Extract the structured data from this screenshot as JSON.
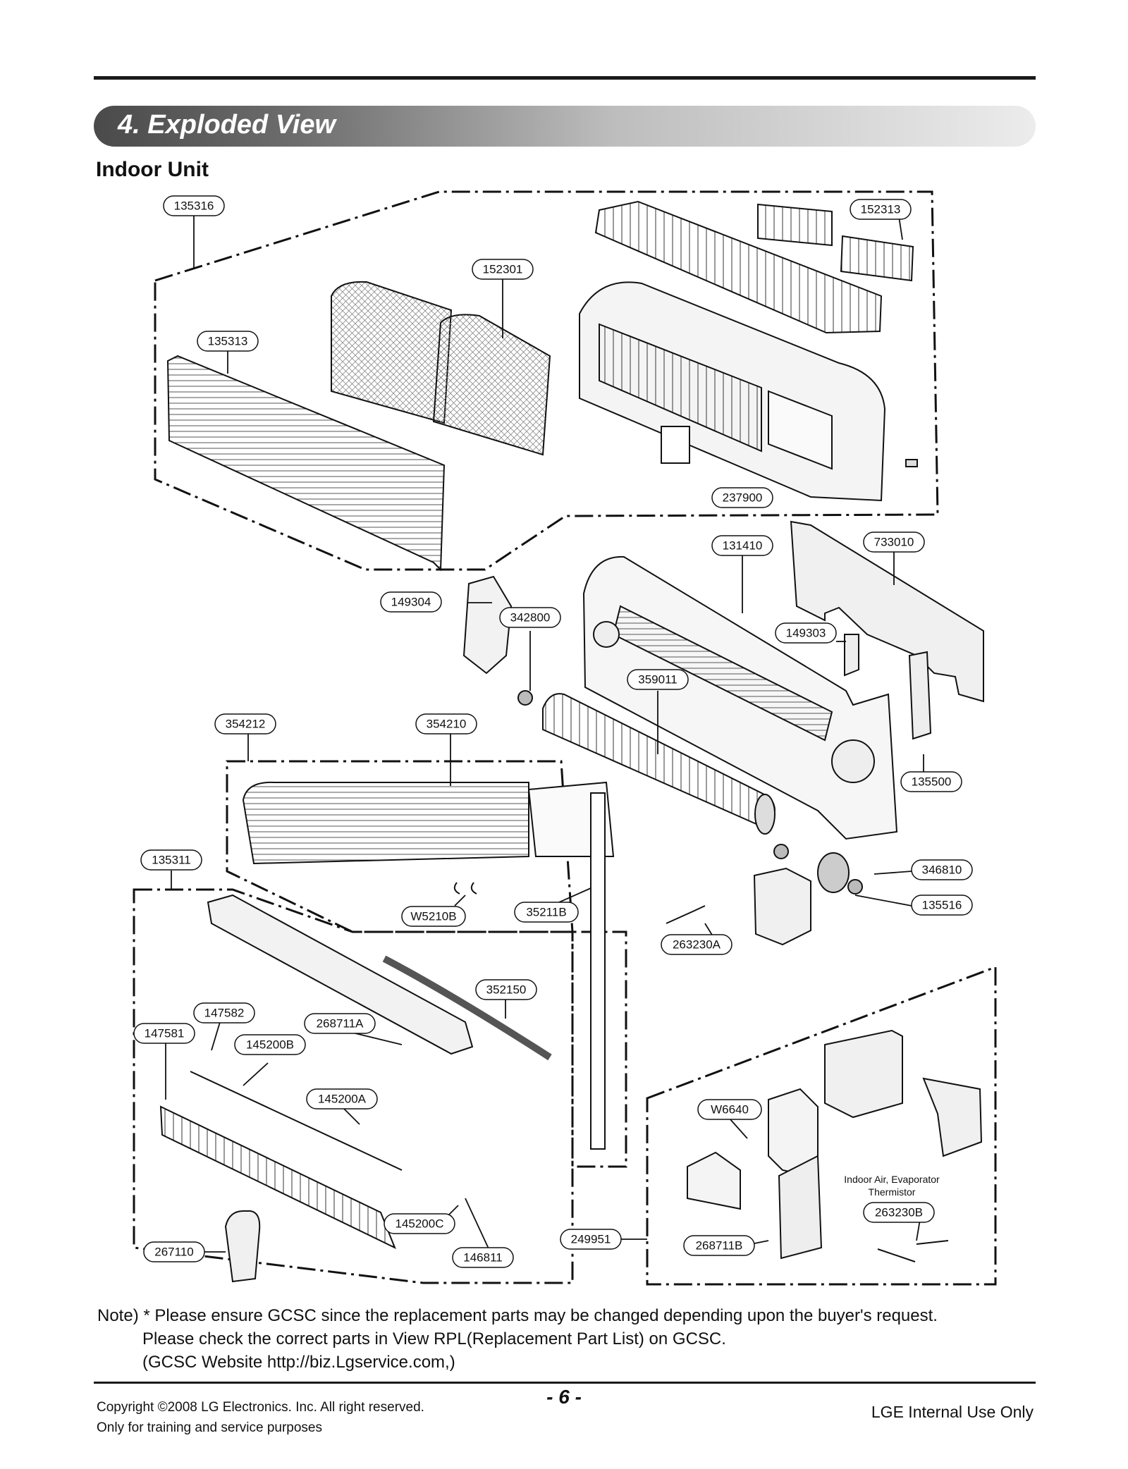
{
  "header": {
    "title": "4. Exploded View",
    "subtitle": "Indoor Unit"
  },
  "parts": {
    "p135316": "135316",
    "p152313": "152313",
    "p152301": "152301",
    "p135313": "135313",
    "p237900": "237900",
    "p131410": "131410",
    "p733010": "733010",
    "p149304": "149304",
    "p342800": "342800",
    "p149303": "149303",
    "p359011": "359011",
    "p354212": "354212",
    "p354210": "354210",
    "p135500": "135500",
    "p135311": "135311",
    "p346810": "346810",
    "pW5210B": "W5210B",
    "p35211B": "35211B",
    "p135516": "135516",
    "p263230A": "263230A",
    "p352150": "352150",
    "p147582": "147582",
    "p268711A": "268711A",
    "p147581": "147581",
    "p145200B": "145200B",
    "p145200A": "145200A",
    "pW6640": "W6640",
    "p263230B": "263230B",
    "p145200C": "145200C",
    "p267110": "267110",
    "p146811": "146811",
    "p249951": "249951",
    "p268711B": "268711B"
  },
  "annotation": {
    "line1": "Indoor Air, Evaporator",
    "line2": "Thermistor"
  },
  "note": {
    "line1": "Note) * Please ensure GCSC since the replacement parts may be changed depending upon the buyer's request.",
    "line2": "Please check  the correct parts in View RPL(Replacement Part List) on GCSC.",
    "line3": "(GCSC Website  http://biz.Lgservice.com,)"
  },
  "footer": {
    "copyright": "Copyright ©2008 LG Electronics. Inc. All right reserved.",
    "purpose": "Only for training and service purposes",
    "page": "- 6 -",
    "internal": "LGE Internal Use Only"
  }
}
